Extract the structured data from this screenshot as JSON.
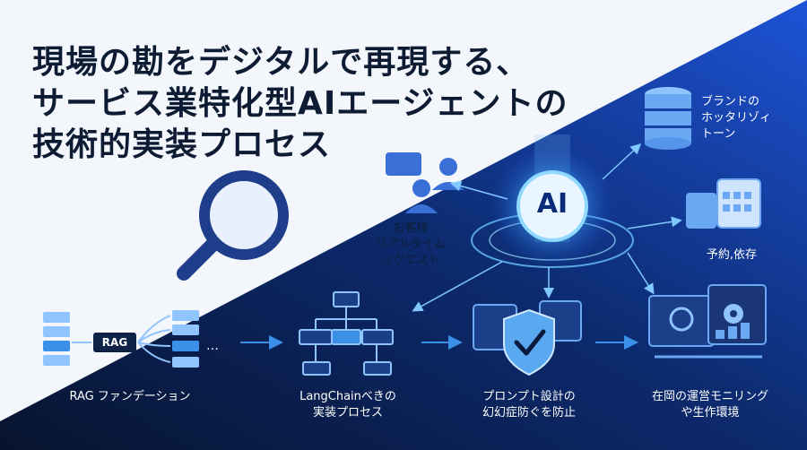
{
  "title": {
    "line1": "現場の勘をデジタルで再現する、",
    "line2": "サービス業特化型AIエージェントの",
    "line3": "技術的実装プロセス"
  },
  "hub": {
    "label": "AI"
  },
  "nodes": {
    "request": {
      "line1": "お客様",
      "line2": "リアルタイム",
      "line3": "リクエスト"
    },
    "brand": {
      "line1": "ブランドの",
      "line2": "ホッタリゾィ",
      "line3": "トーン"
    },
    "booking": {
      "label": "予約,依存"
    },
    "rag": {
      "tag": "RAG",
      "label": "RAG ファンデーション"
    },
    "langchain": {
      "line1": "LangChainべきの",
      "line2": "実装プロセス"
    },
    "prompt": {
      "line1": "プロンプト設計の",
      "line2": "幻幻症防ぐを防止"
    },
    "monitor": {
      "line1": "在岡の運営モニリング",
      "line2": "や生作環境"
    }
  },
  "icons": [
    "magnifier-icon",
    "chat-users-icon",
    "database-icon",
    "calendar-icon",
    "rag-list-icon",
    "flowchart-icon",
    "shield-check-icon",
    "monitor-gear-icon"
  ],
  "colors": {
    "navy": "#0a1a3f",
    "blue": "#1747c9",
    "accent": "#3a8fe8",
    "glow": "#7fd3ff",
    "icon_light": "#8fc4ff",
    "text_dark": "#0d1b33"
  }
}
